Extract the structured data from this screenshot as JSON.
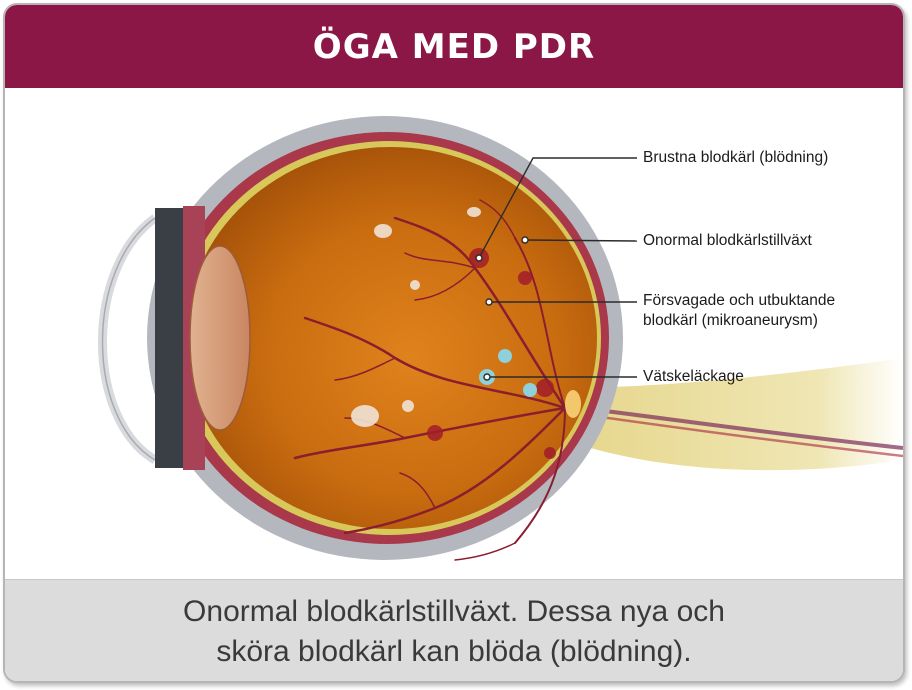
{
  "header": {
    "title": "ÖGA MED PDR"
  },
  "labels": {
    "brustna": "Brustna blodkärl (blödning)",
    "onormal": "Onormal blodkärlstillväxt",
    "forsvagade_line1": "Försvagade och utbuktande",
    "forsvagade_line2": "blodkärl (mikroaneurysm)",
    "vatske": "Vätskeläckage"
  },
  "caption": {
    "line1": "Onormal blodkärlstillväxt. Dessa nya och",
    "line2": "sköra blodkärl kan blöda (blödning)."
  },
  "colors": {
    "header": "#8b1747",
    "caption_bg": "#dcdcdc",
    "eye_interior": "#c8680f",
    "sclera": "#b3b7bd",
    "optic_nerve": "#e8dc9a",
    "vessel": "#8a1e2e"
  }
}
